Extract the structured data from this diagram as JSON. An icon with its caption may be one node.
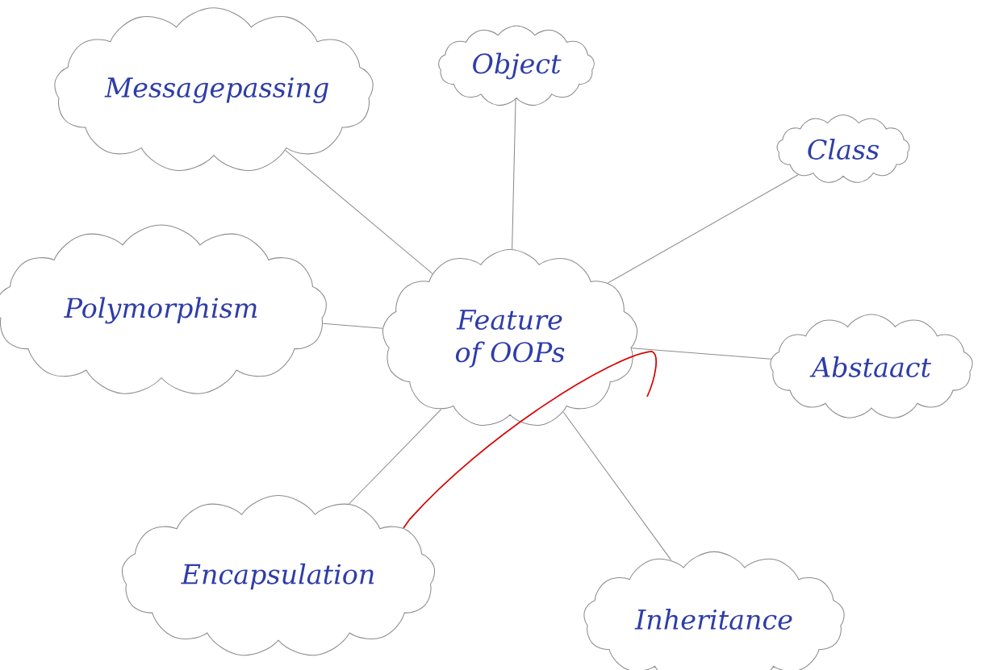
{
  "diagram": {
    "nodes": [
      {
        "text": [
          "Messagepassing"
        ]
      },
      {
        "text": [
          "Object"
        ]
      },
      {
        "text": [
          "Class"
        ]
      },
      {
        "text": [
          "Polymorphism"
        ]
      },
      {
        "text": [
          "Feature of OOPs"
        ]
      },
      {
        "text": [
          "Abstaact"
        ]
      },
      {
        "text": [
          "Encapsulation"
        ]
      },
      {
        "text": [
          "Inheritance"
        ]
      }
    ],
    "edges": [
      {
        "from": 4,
        "to": 0,
        "arrow": "none"
      },
      {
        "from": 4,
        "to": 1,
        "arrow": "none"
      },
      {
        "from": 4,
        "to": 2,
        "arrow": "none"
      },
      {
        "from": 4,
        "to": 3,
        "arrow": "none"
      },
      {
        "from": 4,
        "to": 5,
        "arrow": "none"
      },
      {
        "from": 4,
        "to": 6,
        "arrow": "none"
      },
      {
        "from": 4,
        "to": 7,
        "arrow": "none"
      }
    ]
  }
}
